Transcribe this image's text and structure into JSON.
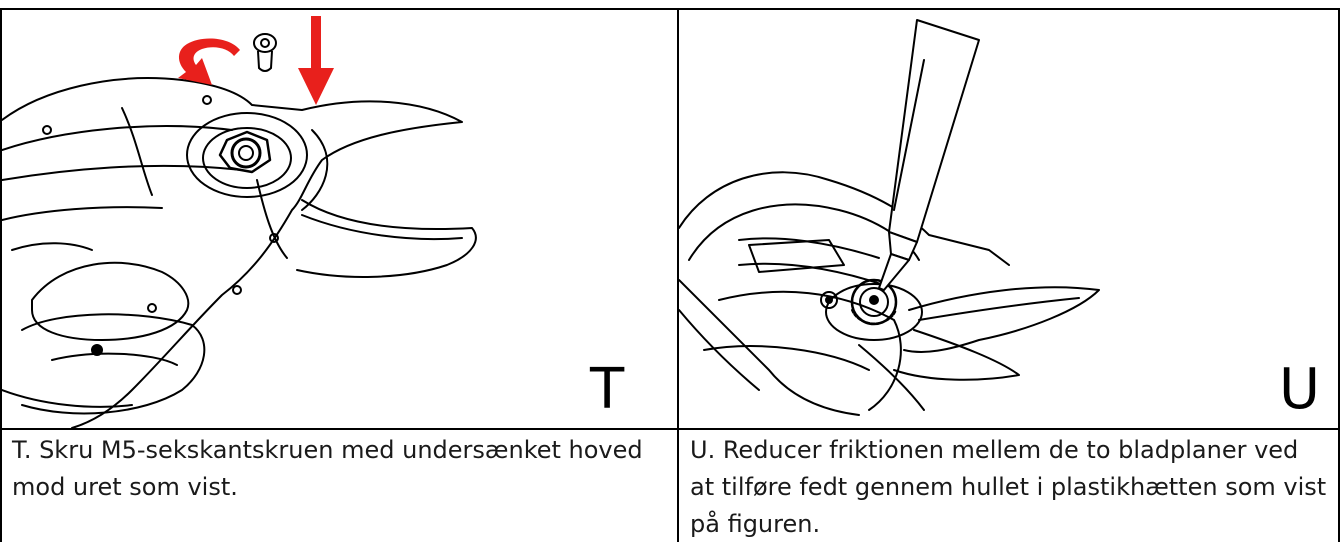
{
  "panels": [
    {
      "letter": "T",
      "caption": "T. Skru M5-sekskantskruen med undersænket hoved mod uret som vist."
    },
    {
      "letter": "U",
      "caption": "U. Reducer friktionen mellem de to bladplaner ved at tilføre fedt gennem hullet i plastikhætten som vist på figuren."
    }
  ],
  "colors": {
    "arrow": "#e8201c",
    "line": "#000000"
  },
  "icons": [
    "rotate-counterclockwise-arrow-icon",
    "screw-icon",
    "down-arrow-icon",
    "grease-tube-icon"
  ]
}
